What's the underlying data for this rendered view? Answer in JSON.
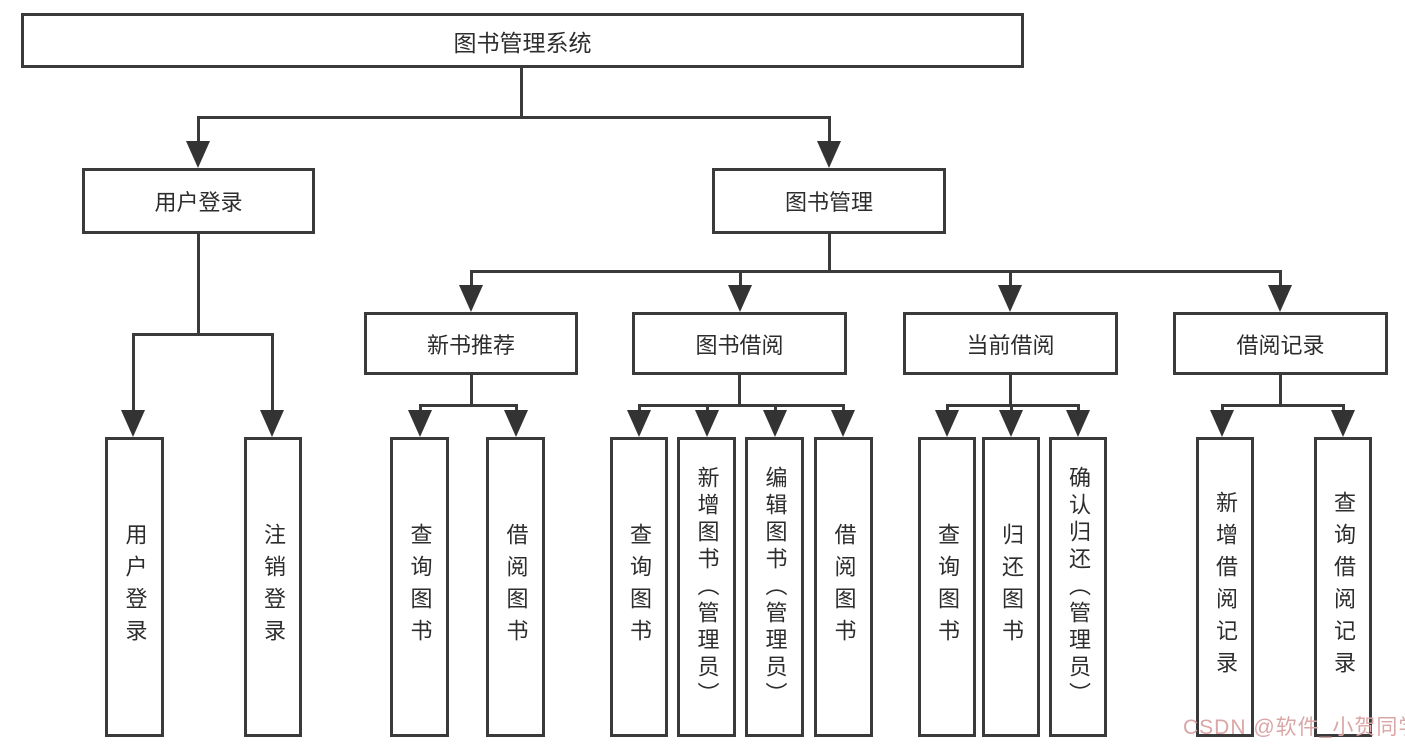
{
  "nodes": {
    "root": "图书管理系统",
    "user_login": "用户登录",
    "book_mgmt": "图书管理",
    "new_book_rec": "新书推荐",
    "book_borrow": "图书借阅",
    "current_borrow": "当前借阅",
    "borrow_record": "借阅记录",
    "leaf_login": "用户登录",
    "leaf_logout": "注销登录",
    "leaf_nbr_query": "查询图书",
    "leaf_nbr_borrow": "借阅图书",
    "leaf_bb_query": "查询图书",
    "leaf_bb_add": "新增图书（管理员）",
    "leaf_bb_edit": "编辑图书（管理员）",
    "leaf_bb_borrow": "借阅图书",
    "leaf_cb_query": "查询图书",
    "leaf_cb_return": "归还图书",
    "leaf_cb_confirm": "确认归还（管理员）",
    "leaf_br_add": "新增借阅记录",
    "leaf_br_query": "查询借阅记录"
  },
  "watermark": "CSDN @软件_小贺同学",
  "colors": {
    "line": "#3a3a3a",
    "text": "#2d2d2d",
    "watermark": "#daa6a6",
    "background": "#ffffff"
  }
}
